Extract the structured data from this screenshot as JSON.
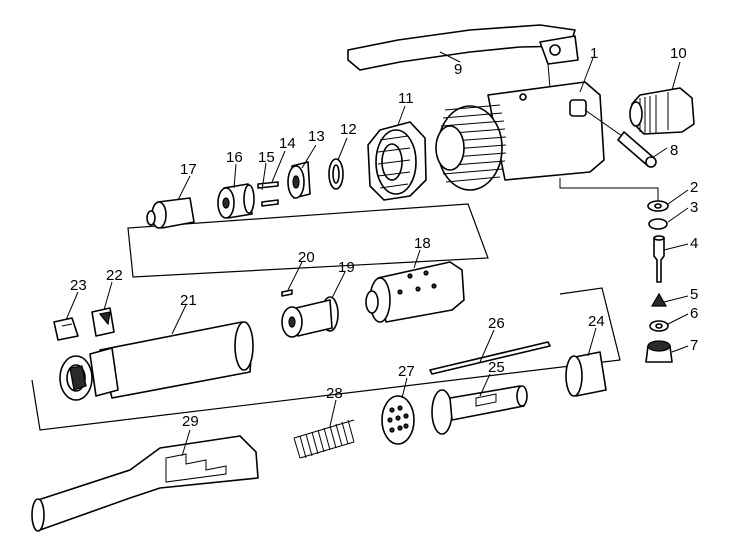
{
  "labels": {
    "p1": "1",
    "p2": "2",
    "p3": "3",
    "p4": "4",
    "p5": "5",
    "p6": "6",
    "p7": "7",
    "p8": "8",
    "p9": "9",
    "p10": "10",
    "p11": "11",
    "p12": "12",
    "p13": "13",
    "p14": "14",
    "p15": "15",
    "p16": "16",
    "p17": "17",
    "p18": "18",
    "p19": "19",
    "p20": "20",
    "p21": "21",
    "p22": "22",
    "p23": "23",
    "p24": "24",
    "p25": "25",
    "p26": "26",
    "p27": "27",
    "p28": "28",
    "p29": "29"
  },
  "colors": {
    "line": "#000000",
    "shade": "#e8e8e8",
    "paper": "#ffffff"
  }
}
